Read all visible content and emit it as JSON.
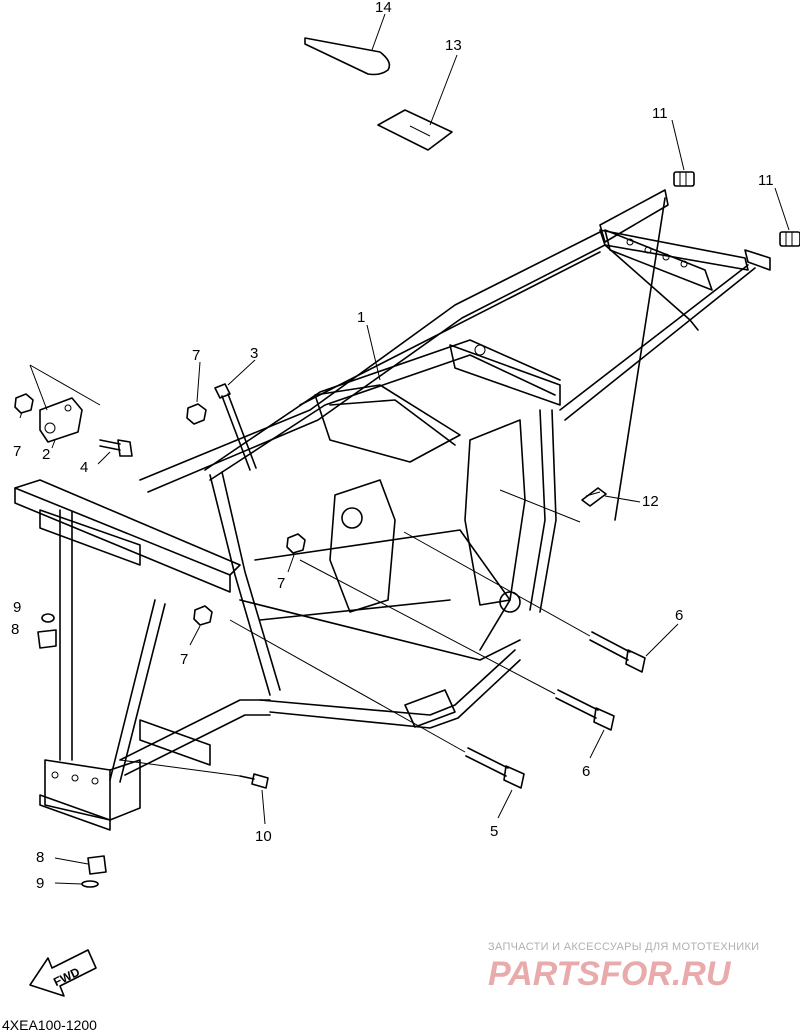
{
  "diagram": {
    "drawing_code": "4XEA100-1200",
    "fwd_label": "FWD",
    "callouts": [
      "14",
      "13",
      "11",
      "11",
      "1",
      "7",
      "3",
      "7",
      "2",
      "4",
      "12",
      "7",
      "9",
      "8",
      "7",
      "6",
      "6",
      "5",
      "10",
      "8",
      "9"
    ]
  },
  "watermark": {
    "tagline": "ЗАПЧАСТИ И АКСЕССУАРЫ ДЛЯ МОТОТЕХНИКИ",
    "brand": "PARTSFOR.RU",
    "color": "#e8aaaa"
  }
}
